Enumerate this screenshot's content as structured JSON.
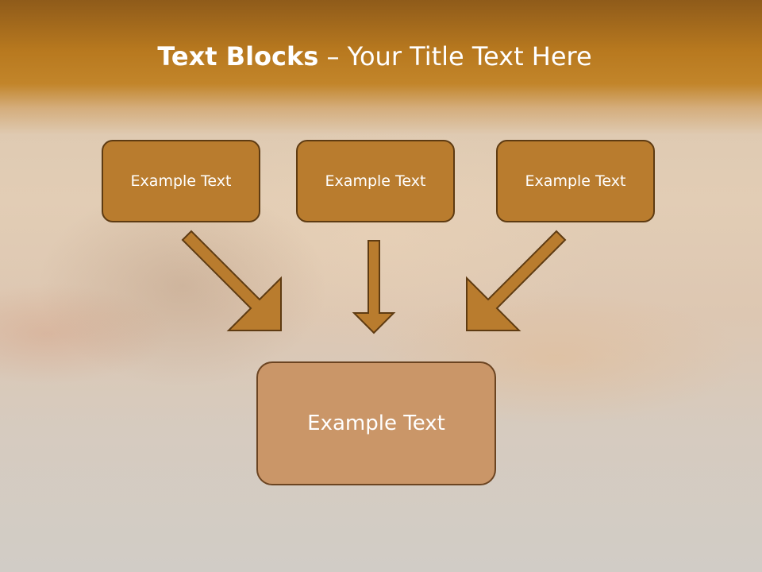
{
  "slide": {
    "title_strong": "Text Blocks",
    "title_rest": " – Your Title Text Here",
    "boxes_top": [
      "Example Text",
      "Example Text",
      "Example Text"
    ],
    "box_bottom": "Example Text"
  },
  "colors": {
    "title_band": "#b8791f",
    "top_box_fill": "#b97c2e",
    "bottom_box_fill": "#ca9668",
    "arrow_fill": "#b97c2e",
    "outline": "#5e3b12"
  },
  "icons": [
    "arrow-down-right-icon",
    "arrow-down-icon",
    "arrow-down-left-icon"
  ]
}
